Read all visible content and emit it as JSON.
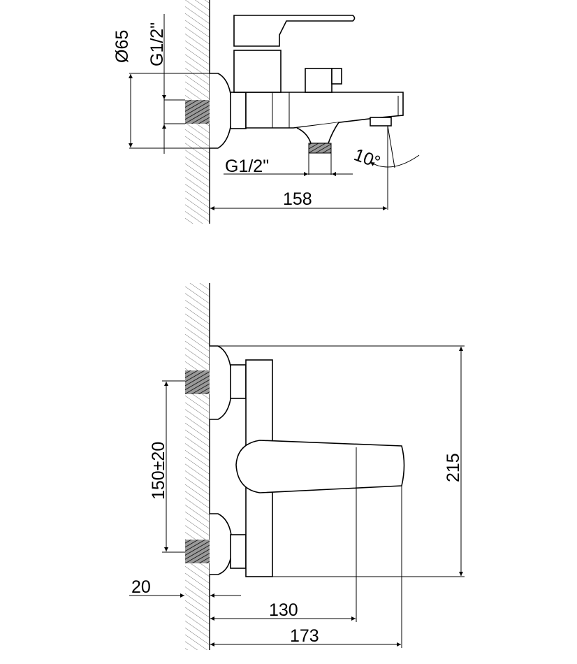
{
  "top_view": {
    "diameter_label": "Ø65",
    "inlet_thread_label": "G1/2\"",
    "outlet_thread_label": "G1/2\"",
    "angle_label": "10°",
    "length_label": "158"
  },
  "front_view": {
    "inlet_spacing_label": "150±20",
    "height_label": "215",
    "offset_label": "20",
    "handle_reach_label": "130",
    "total_depth_label": "173"
  }
}
